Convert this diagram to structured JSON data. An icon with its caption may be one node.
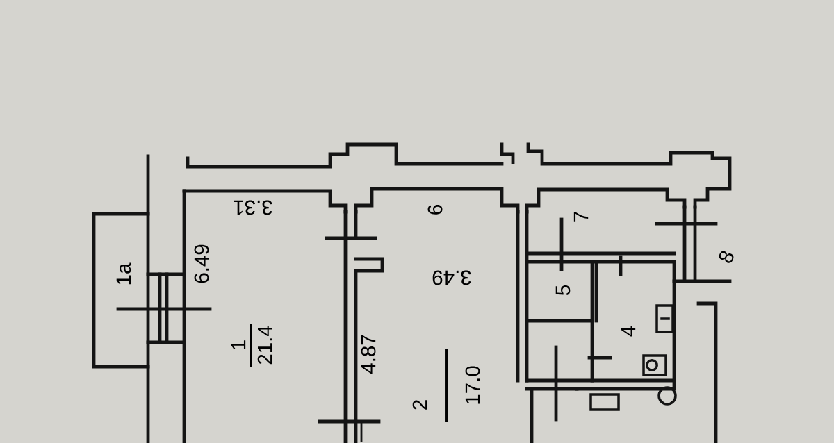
{
  "diagram": {
    "labels": [
      "3.31",
      "6",
      "7",
      "6.49",
      "1а",
      "3.49",
      "8",
      "5",
      "4",
      "1",
      "21.4",
      "4.87",
      "2",
      "17.0"
    ]
  }
}
